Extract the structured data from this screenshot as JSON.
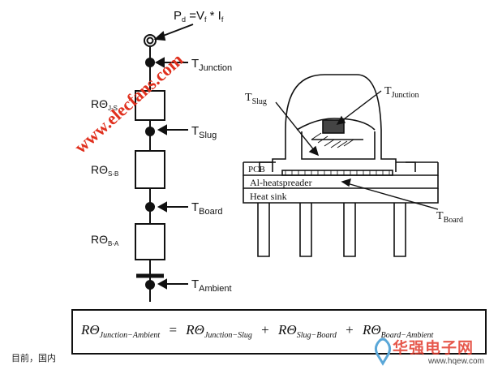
{
  "left_circuit": {
    "power_equation": "P",
    "power_sub": "d",
    "power_rhs": " =V",
    "power_rhs_sub": "f",
    "power_tail": " * I",
    "power_tail_sub": "f",
    "junction_label": "T",
    "junction_sub": "Junction",
    "slug_label": "T",
    "slug_sub": "Slug",
    "board_label": "T",
    "board_sub": "Board",
    "ambient_label": "T",
    "ambient_sub": "Ambient",
    "r1_main": "RΘ",
    "r1_sub": "J-S",
    "r2_main": "RΘ",
    "r2_sub": "S-B",
    "r3_main": "RΘ",
    "r3_sub": "B-A"
  },
  "package_diagram": {
    "slug_label": "T",
    "slug_sub": "Slug",
    "junction_label": "T",
    "junction_sub": "Junction",
    "board_label": "T",
    "board_sub": "Board",
    "pcb_label": "PCB",
    "heatspreader_label": "Al-heatspreader",
    "heatsink_label": "Heat sink"
  },
  "formula": {
    "lhs": "RΘ",
    "lhs_sub": "Junction−Ambient",
    "eq": "=",
    "t1": "RΘ",
    "t1_sub": "Junction−Slug",
    "plus1": "+",
    "t2": "RΘ",
    "t2_sub": "Slug−Board",
    "plus2": "+",
    "t3": "RΘ",
    "t3_sub": "Board−Ambient"
  },
  "caption": "目前，国内",
  "watermark": {
    "text": "www.elecfans.com",
    "brand_cn": "华强电子网",
    "brand_url": "www.hqew.com"
  }
}
